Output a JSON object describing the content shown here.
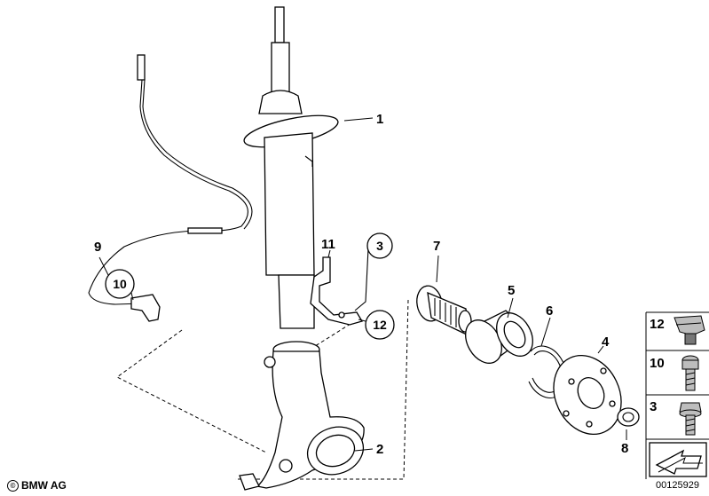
{
  "labels": {
    "p1": "1",
    "p2": "2",
    "p3": "3",
    "p4": "4",
    "p5": "5",
    "p6": "6",
    "p7": "7",
    "p8": "8",
    "p9": "9",
    "p10": "10",
    "p11": "11",
    "p12": "12"
  },
  "side_panel": {
    "item_12": "12",
    "item_10": "10",
    "item_3": "3"
  },
  "copyright": "BMW AG",
  "copyright_symbol": "©",
  "document_number": "00125929"
}
